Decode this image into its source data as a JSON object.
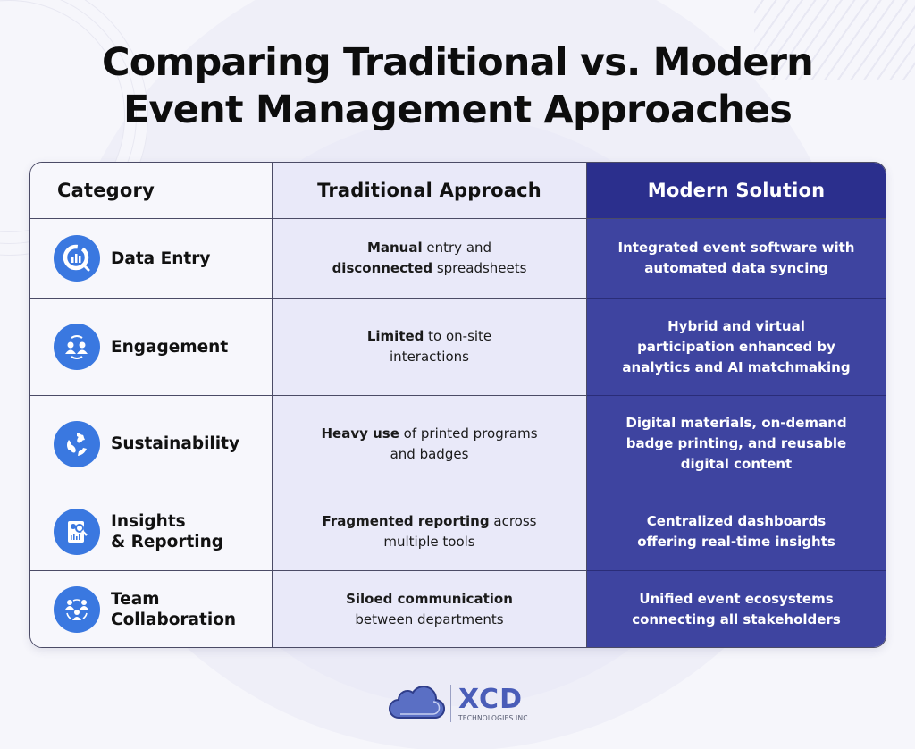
{
  "title": {
    "line1": "Comparing Traditional vs. Modern",
    "line2": "Event Management Approaches"
  },
  "table": {
    "headers": {
      "category": "Category",
      "traditional": "Traditional Approach",
      "modern": "Modern Solution"
    },
    "rows": [
      {
        "icon": "data-analytics-icon",
        "category_line1": "Data Entry",
        "category_line2": "",
        "traditional": [
          {
            "b": "Manual",
            "t": " entry and"
          },
          {
            "b": "disconnected",
            "t": " spreadsheets"
          }
        ],
        "modern": [
          "Integrated event software with",
          "automated data syncing"
        ]
      },
      {
        "icon": "engagement-people-icon",
        "category_line1": "Engagement",
        "category_line2": "",
        "traditional": [
          {
            "b": "Limited",
            "t": " to on-site"
          },
          {
            "b": "",
            "t": "interactions"
          }
        ],
        "modern": [
          "Hybrid and virtual",
          "participation enhanced by",
          "analytics and AI matchmaking"
        ]
      },
      {
        "icon": "recycle-leaf-icon",
        "category_line1": "Sustainability",
        "category_line2": "",
        "traditional": [
          {
            "b": "Heavy use",
            "t": " of printed programs"
          },
          {
            "b": "",
            "t": "and badges"
          }
        ],
        "modern": [
          "Digital materials, on-demand",
          "badge printing, and reusable",
          "digital content"
        ]
      },
      {
        "icon": "report-magnifier-icon",
        "category_line1": "Insights",
        "category_line2": "& Reporting",
        "traditional": [
          {
            "b": "Fragmented reporting",
            "t": " across"
          },
          {
            "b": "",
            "t": "multiple tools"
          }
        ],
        "modern": [
          "Centralized dashboards",
          "offering real-time insights"
        ]
      },
      {
        "icon": "team-network-icon",
        "category_line1": "Team",
        "category_line2": "Collaboration",
        "traditional": [
          {
            "b": "Siloed communication",
            "t": ""
          },
          {
            "b": "",
            "t": "between departments"
          }
        ],
        "modern": [
          "Unified event ecosystems",
          "connecting all stakeholders"
        ]
      }
    ]
  },
  "logo": {
    "name": "XCD",
    "subtitle": "TECHNOLOGIES INC",
    "icon": "cloud-icon"
  },
  "colors": {
    "modern_header": "#2b2f8d",
    "modern_cell": "#3e44a0",
    "traditional_cell": "#e9e9f9",
    "icon_blue": "#3a78e0",
    "logo_blue": "#4a5db8"
  }
}
